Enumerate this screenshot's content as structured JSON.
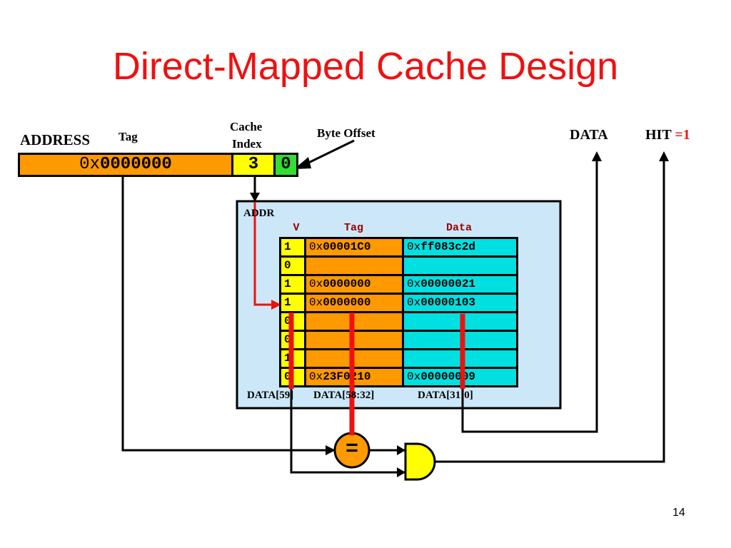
{
  "slide": {
    "title": "Direct-Mapped Cache Design",
    "page_number": "14",
    "colors": {
      "title": "#ee1111",
      "tag_field": "#ff9900",
      "index_field": "#ffff00",
      "offset_field": "#33dd33",
      "cache_panel": "#cce8f8",
      "valid_column": "#ffff00",
      "tag_column": "#ff9900",
      "data_column": "#00e0e0",
      "cache_header_text": "#990000",
      "wire": "#000000",
      "highlight_wire": "#ee1111"
    }
  },
  "address": {
    "label": "ADDRESS",
    "tag_label": "Tag",
    "index_label_line1": "Cache",
    "index_label_line2": "Index",
    "offset_label": "Byte Offset",
    "tag_value_prefix": "0x",
    "tag_value": "0000000",
    "index_value": "3",
    "offset_value": "0"
  },
  "outputs": {
    "data_label": "DATA",
    "hit_label": "HIT",
    "hit_value": "=1"
  },
  "cache": {
    "addr_label": "ADDR",
    "headers": {
      "v": "V",
      "tag": "Tag",
      "data": "Data"
    },
    "rows": [
      {
        "v": "1",
        "tag_prefix": "0x",
        "tag": "00001C0",
        "data_prefix": "0x",
        "data": "ff083c2d"
      },
      {
        "v": "0",
        "tag_prefix": "",
        "tag": "",
        "data_prefix": "",
        "data": ""
      },
      {
        "v": "1",
        "tag_prefix": "0x",
        "tag": "0000000",
        "data_prefix": "0x",
        "data": "00000021"
      },
      {
        "v": "1",
        "tag_prefix": "0x",
        "tag": "0000000",
        "data_prefix": "0x",
        "data": "00000103"
      },
      {
        "v": "0",
        "tag_prefix": "",
        "tag": "",
        "data_prefix": "",
        "data": ""
      },
      {
        "v": "0",
        "tag_prefix": "",
        "tag": "",
        "data_prefix": "",
        "data": ""
      },
      {
        "v": "1",
        "tag_prefix": "",
        "tag": "",
        "data_prefix": "",
        "data": ""
      },
      {
        "v": "0",
        "tag_prefix": "0x",
        "tag": "23F0210",
        "data_prefix": "0x",
        "data": "00000009"
      }
    ],
    "bottom_labels": [
      "DATA[59]",
      "DATA[58:32]",
      "DATA[31:0]"
    ]
  },
  "comparator": {
    "symbol": "="
  }
}
